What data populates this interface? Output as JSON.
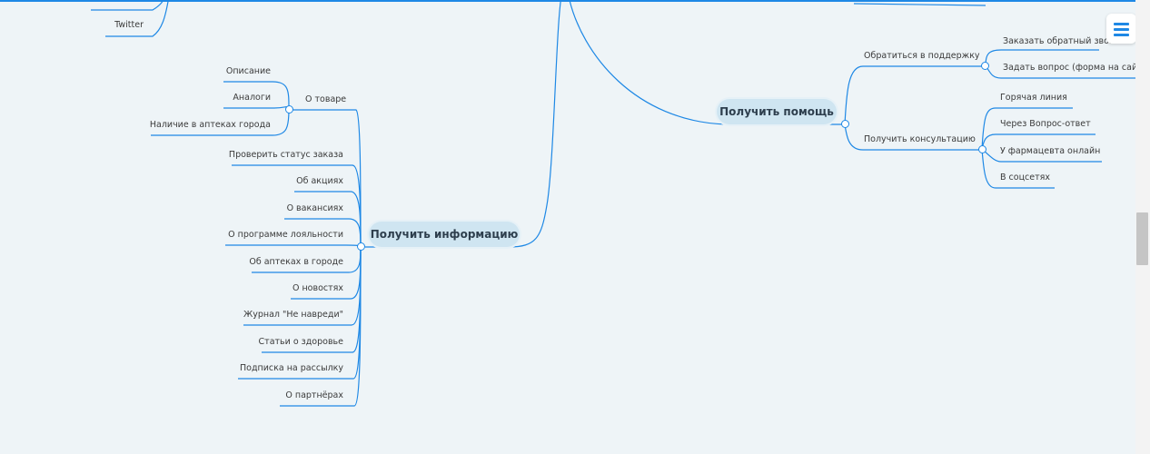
{
  "branches": {
    "info": {
      "title": "Получить информацию",
      "about_product": {
        "label": "О товаре",
        "children": [
          "Описание",
          "Аналоги",
          "Наличие в аптеках города"
        ]
      },
      "items": [
        "Проверить статус заказа",
        "Об акциях",
        "О вакансиях",
        "О программе лояльности",
        "Об аптеках в городе",
        "О новостях",
        "Журнал \"Не навреди\"",
        "Статьи о здоровье",
        "Подписка на рассылку",
        "О партнёрах"
      ]
    },
    "help": {
      "title": "Получить помощь",
      "support": {
        "label": "Обратиться в поддержку",
        "children": [
          "Заказать обратный звонок",
          "Задать вопрос (форма на сайте)"
        ]
      },
      "consult": {
        "label": "Получить консультацию",
        "children": [
          "Горячая линия",
          "Через Вопрос-ответ",
          "У фармацевта онлайн",
          "В соцсетях"
        ]
      }
    },
    "social_partial": {
      "last_item": "Twitter"
    }
  },
  "menu": {
    "icon": "hamburger-menu-icon"
  },
  "colors": {
    "line": "#1e88e5",
    "topic_bg": "#cfe5f1",
    "background": "#eef4f7"
  }
}
